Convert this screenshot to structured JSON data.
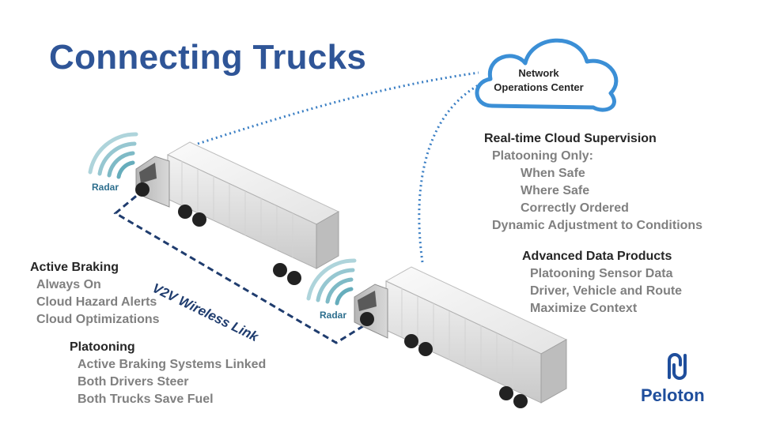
{
  "title": "Connecting Trucks",
  "cloud": {
    "line1": "Network",
    "line2": "Operations Center"
  },
  "radar_label": "Radar",
  "v2v_label": "V2V Wireless Link",
  "active_braking": {
    "heading": "Active Braking",
    "items": [
      "Always On",
      "Cloud Hazard Alerts",
      "Cloud Optimizations"
    ]
  },
  "platooning": {
    "heading": "Platooning",
    "items": [
      "Active Braking Systems Linked",
      "Both Drivers Steer",
      "Both Trucks Save Fuel"
    ]
  },
  "cloud_supervision": {
    "heading": "Real-time Cloud Supervision",
    "sub": "Platooning Only:",
    "items": [
      "When Safe",
      "Where Safe",
      "Correctly Ordered"
    ],
    "extra": "Dynamic Adjustment to Conditions"
  },
  "data_products": {
    "heading": "Advanced Data Products",
    "items": [
      "Platooning Sensor Data",
      "Driver, Vehicle and Route",
      "Maximize Context"
    ]
  },
  "logo": {
    "name": "Peloton"
  },
  "colors": {
    "title": "#2f5597",
    "link": "#1f3c6e",
    "radar": "#5ea9b8",
    "cloud": "#3b8fd6",
    "logo": "#1f4e9c"
  }
}
